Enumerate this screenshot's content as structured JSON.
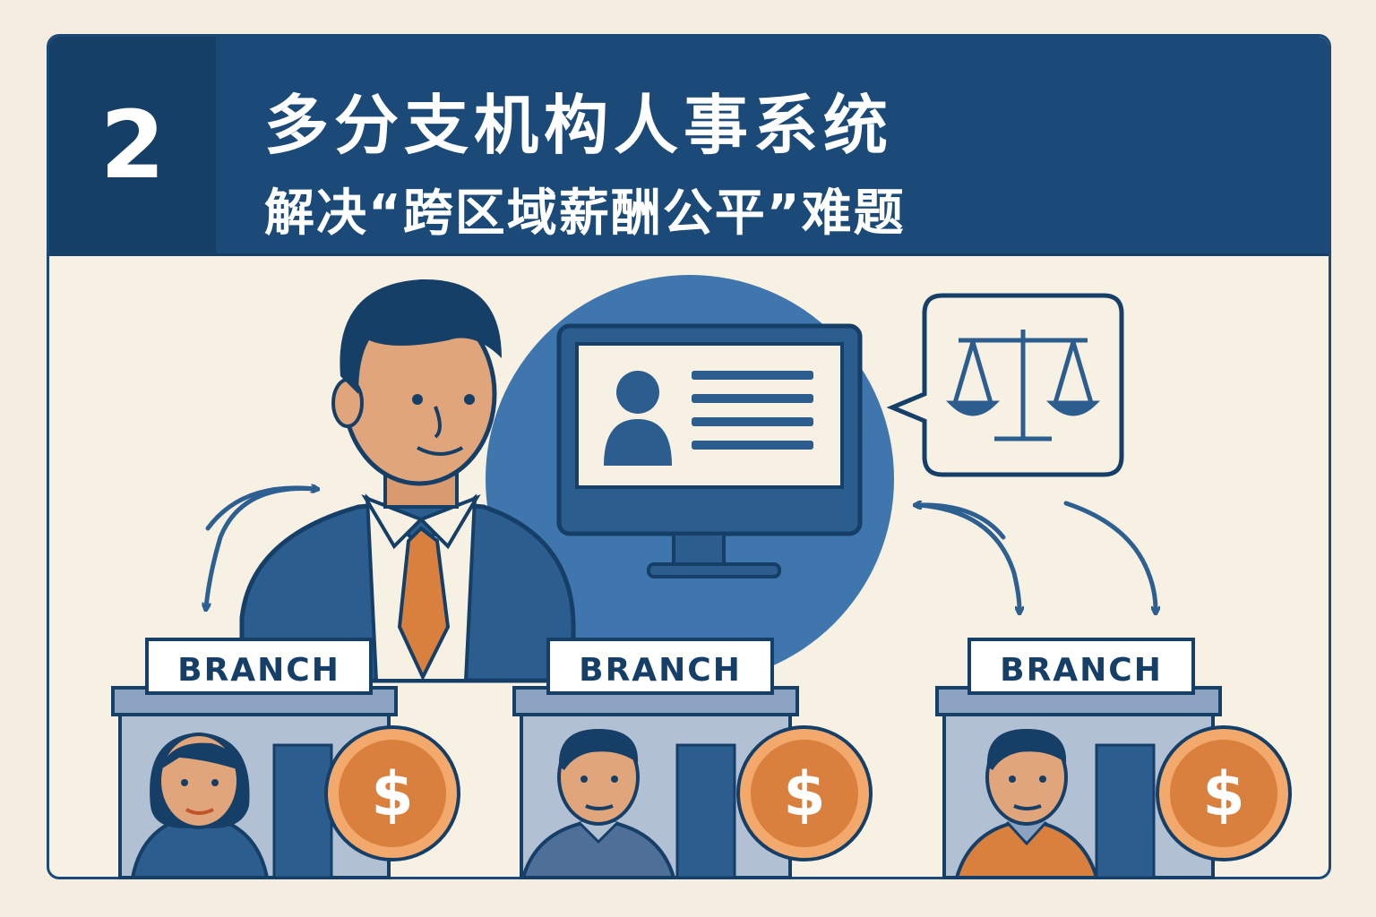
{
  "header": {
    "number": "2",
    "title_line1": "多分支机构人事系统",
    "title_line2": "解决“跨区域薪酬公平”难题"
  },
  "branches": [
    {
      "sign": "BRANCH",
      "currency": "$"
    },
    {
      "sign": "BRANCH",
      "currency": "$"
    },
    {
      "sign": "BRANCH",
      "currency": "$"
    }
  ],
  "colors": {
    "primary_navy": "#1b4a78",
    "accent_blue": "#3f76ad",
    "coin_orange": "#d9803f",
    "background_cream": "#f5eee0"
  },
  "icons": [
    "manager-illustration",
    "computer-monitor-icon",
    "profile-card-icon",
    "balance-scale-icon",
    "coin-dollar-icon",
    "employee-avatar",
    "arrow-icon"
  ]
}
